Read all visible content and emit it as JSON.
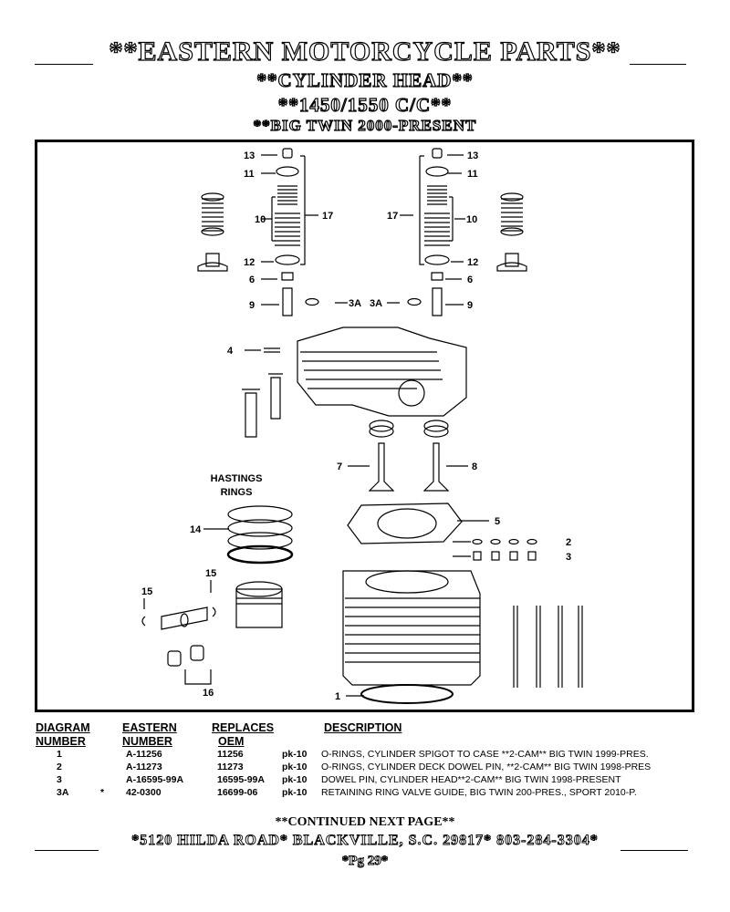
{
  "header": {
    "company": "**EASTERN MOTORCYCLE PARTS**",
    "section": "**CYLINDER HEAD**",
    "displacement": "**1450/1550 C/C**",
    "fitment": "**BIG TWIN 2000-PRESENT"
  },
  "diagram": {
    "callouts": {
      "c13a": "13",
      "c11a": "11",
      "c10a": "10",
      "c17a": "17",
      "c12a": "12",
      "c6a": "6",
      "c9a": "9",
      "c3aa": "3A",
      "c13b": "13",
      "c11b": "11",
      "c10b": "10",
      "c17b": "17",
      "c12b": "12",
      "c6b": "6",
      "c9b": "9",
      "c3ab": "3A",
      "c4": "4",
      "c7": "7",
      "c8": "8",
      "c5": "5",
      "c2": "2",
      "c3": "3",
      "c14": "14",
      "c15a": "15",
      "c15b": "15",
      "c16": "16",
      "c1": "1"
    },
    "hastings_line1": "HASTINGS",
    "hastings_line2": "RINGS"
  },
  "table": {
    "headers": {
      "diagram_1": "DIAGRAM",
      "diagram_2": "NUMBER",
      "eastern_1": "EASTERN",
      "eastern_2": "NUMBER",
      "replaces_1": "REPLACES",
      "replaces_2": "OEM",
      "description": "DESCRIPTION"
    },
    "rows": [
      {
        "diagram": "1",
        "mark": "",
        "eastern": "A-11256",
        "oem": "11256",
        "pack": "pk-10",
        "description": "O-RINGS, CYLINDER SPIGOT TO CASE **2-CAM** BIG TWIN 1999-PRES."
      },
      {
        "diagram": "2",
        "mark": "",
        "eastern": "A-11273",
        "oem": "11273",
        "pack": "pk-10",
        "description": "O-RINGS, CYLINDER DECK DOWEL PIN, **2-CAM** BIG TWIN 1998-PRES"
      },
      {
        "diagram": "3",
        "mark": "",
        "eastern": "A-16595-99A",
        "oem": "16595-99A",
        "pack": "pk-10",
        "description": "DOWEL PIN, CYLINDER HEAD**2-CAM** BIG TWIN 1998-PRESENT"
      },
      {
        "diagram": "3A",
        "mark": "*",
        "eastern": "42-0300",
        "oem": "16699-06",
        "pack": "pk-10",
        "description": "RETAINING RING VALVE GUIDE, BIG TWIN 200-PRES., SPORT 2010-P."
      }
    ]
  },
  "footer": {
    "continued": "**CONTINUED NEXT PAGE**",
    "address": "*5120 HILDA ROAD* BLACKVILLE, S.C. 29817* 803-284-3304*",
    "page": "*Pg 29*"
  }
}
